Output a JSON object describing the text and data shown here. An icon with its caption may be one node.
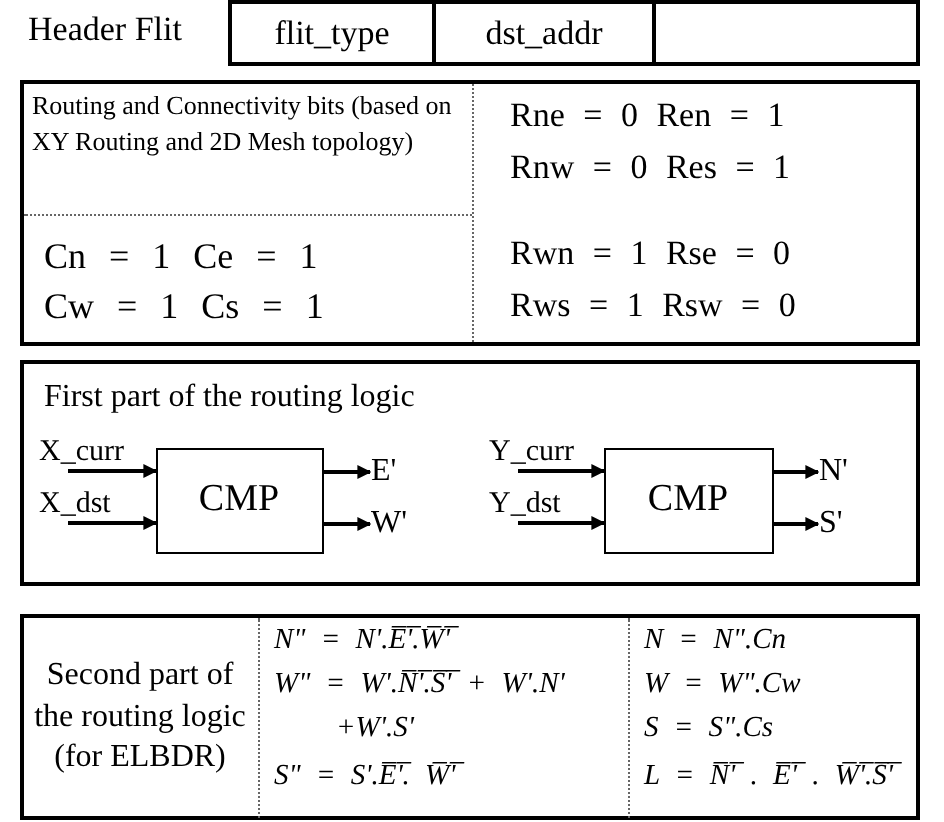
{
  "diagram": {
    "nodes": [
      {
        "text": [
          "First part of the routing logic"
        ]
      },
      {
        "text": [
          "X_curr"
        ],
        "in": 0
      },
      {
        "text": [
          "X_dst"
        ],
        "in": 0
      },
      {
        "text": [
          "CMP"
        ],
        "in": 0
      },
      {
        "text": [
          "E'"
        ],
        "in": 0
      },
      {
        "text": [
          "W'"
        ],
        "in": 0
      },
      {
        "text": [
          "Y_curr"
        ],
        "in": 0
      },
      {
        "text": [
          "Y_dst"
        ],
        "in": 0
      },
      {
        "text": [
          "CMP"
        ],
        "in": 0
      },
      {
        "text": [
          "N'"
        ],
        "in": 0
      },
      {
        "text": [
          "S'"
        ],
        "in": 0
      }
    ],
    "edges": [
      {
        "from": 1,
        "to": 3,
        "arrow": "to"
      },
      {
        "from": 2,
        "to": 3,
        "arrow": "to"
      },
      {
        "from": 3,
        "to": 4,
        "arrow": "to"
      },
      {
        "from": 3,
        "to": 5,
        "arrow": "to"
      },
      {
        "from": 6,
        "to": 8,
        "arrow": "to"
      },
      {
        "from": 7,
        "to": 8,
        "arrow": "to"
      },
      {
        "from": 8,
        "to": 9,
        "arrow": "to"
      },
      {
        "from": 8,
        "to": 10,
        "arrow": "to"
      }
    ],
    "labels": [
      "Header Flit",
      "flit_type",
      "dst_addr",
      "Routing and Connectivity bits (based on XY Routing and 2D Mesh topology)",
      "Rne = 0 Ren = 1",
      "Rnw = 0 Res = 1",
      "Cn = 1 Ce = 1",
      "Rwn = 1 Rse = 0",
      "Cw = 1 Cs = 1",
      "Rws = 1 Rsw = 0",
      "Second part of the routing logic (for ELBDR)",
      "N\" = N'.E̅'̅.W̅'̅",
      "N = N\".Cn",
      "W\" = W'.N̅'̅.S̅'̅ + W'.N'",
      "W = W\".Cw",
      "+W'.S'",
      "S = S\".Cs",
      "S\" = S'.E̅'̅. W̅'̅",
      "L = N̅'̅ . E̅'̅ . W̅'̅.S̅'̅"
    ]
  }
}
